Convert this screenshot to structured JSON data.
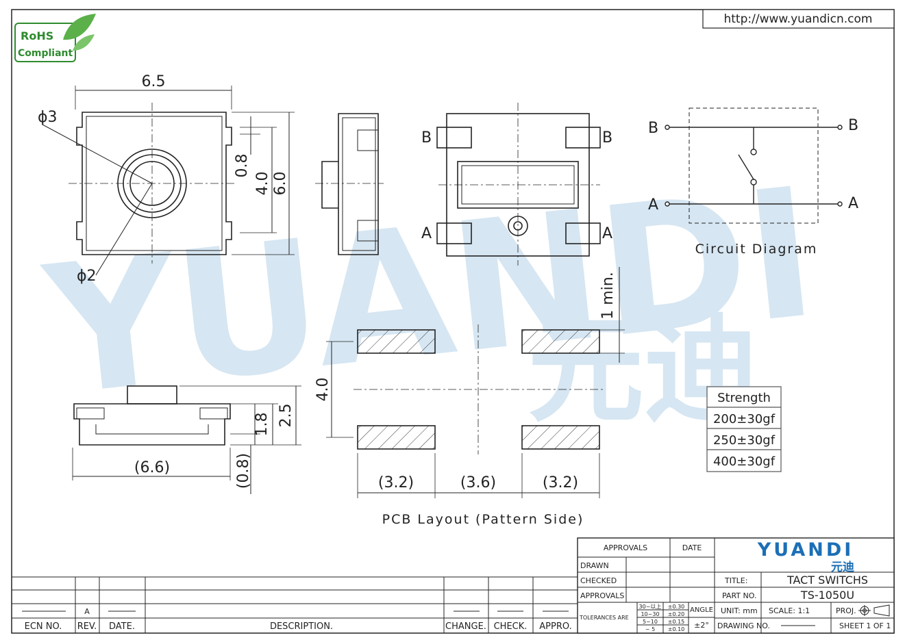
{
  "header": {
    "url": "http://www.yuandicn.com"
  },
  "rohs": {
    "line1": "RoHS",
    "line2": "Compliant"
  },
  "watermark": {
    "latin": "YUANDI",
    "cjk": "元迪"
  },
  "top_view": {
    "width": "6.5",
    "height": "6.0",
    "inner": "4.0",
    "gap": "0.8",
    "phi_outer": "ϕ3",
    "phi_inner": "ϕ2"
  },
  "bottom_view": {
    "pins": [
      "B",
      "B",
      "A",
      "A"
    ]
  },
  "side_view": {
    "width": "(6.6)",
    "h_total": "2.5",
    "h_body": "1.8",
    "h_lead": "(0.8)"
  },
  "circuit": {
    "title": "Circuit Diagram",
    "terminals": [
      "B",
      "B",
      "A",
      "A"
    ]
  },
  "pcb": {
    "title": "PCB Layout (Pattern Side)",
    "pitch": "4.0",
    "min": "1 min.",
    "w_left": "(3.2)",
    "w_mid": "(3.6)",
    "w_right": "(3.2)"
  },
  "strength": {
    "header": "Strength",
    "rows": [
      "200±30gf",
      "250±30gf",
      "400±30gf"
    ]
  },
  "title_block": {
    "approvals": "APPROVALS",
    "date": "DATE",
    "drawn": "DRAWN",
    "checked": "CHECKED",
    "approvals2": "APPROVALS",
    "brand": "YUANDI",
    "brand_cjk": "元迪",
    "title_label": "TITLE:",
    "title_value": "TACT SWITCHS",
    "part_label": "PART NO.",
    "part_value": "TS-1050U",
    "tolerances": "TOLERANCES ARE",
    "tol_ranges": [
      "30~以上",
      "10~30",
      "5~10",
      "~ 5"
    ],
    "tol_values": [
      "±0.30",
      "±0.20",
      "±0.15",
      "±0.10"
    ],
    "angle_label": "ANGLE",
    "angle_value": "±2°",
    "unit": "UNIT: mm",
    "scale": "SCALE: 1:1",
    "proj": "PROJ.",
    "drawing_no": "DRAWING NO.",
    "sheet": "SHEET 1 OF 1"
  },
  "revision": {
    "headers": [
      "ECN NO.",
      "REV.",
      "DATE.",
      "DESCRIPTION.",
      "CHANGE.",
      "CHECK.",
      "APPRO."
    ],
    "rev_value": "A"
  }
}
